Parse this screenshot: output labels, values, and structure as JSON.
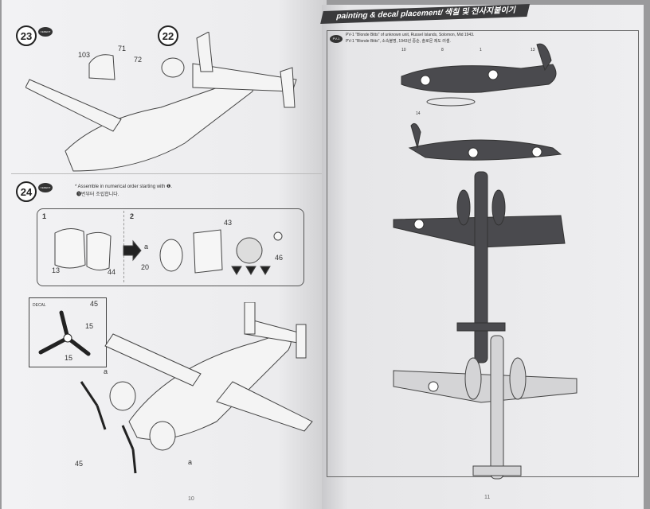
{
  "left_page": {
    "step23": {
      "number": "23",
      "cement_label": "CEMENT",
      "sub_step": "22",
      "parts": [
        "103",
        "71",
        "72"
      ]
    },
    "step24": {
      "number": "24",
      "cement_label": "CEMENT",
      "note_en": "* Assemble in numerical order starting with ❶.",
      "note_ko": "❶번부터 조립합니다.",
      "sub1": "1",
      "sub2": "2",
      "sub1_parts": [
        "13",
        "44"
      ],
      "sub2_parts": [
        "20",
        "43",
        "46"
      ],
      "marker": "a"
    },
    "detail": {
      "label": "DECAL",
      "parts": [
        "45",
        "15",
        "15"
      ]
    },
    "bottom_parts": [
      "45",
      "a",
      "a"
    ],
    "page_number": "10"
  },
  "right_page": {
    "header": "painting & decal placement/ 색칠 및 전사지붙이기",
    "scheme": {
      "badge": "PV-1",
      "caption_en": "PV-1 \"Blonde Bitts\" of unknown unit, Russel Islands, Solomon, Mid 1943.",
      "caption_ko": "PV-1 \"Blonde Bitts\", 소속불명, 1943년 중순, 솔로몬 제도 러셀.",
      "callouts": [
        "10",
        "8",
        "1",
        "13",
        "14"
      ]
    },
    "page_number": "11"
  },
  "colors": {
    "aircraft_dark": "#4a4a4e",
    "aircraft_light": "#c8c8ca",
    "line": "#333333"
  }
}
